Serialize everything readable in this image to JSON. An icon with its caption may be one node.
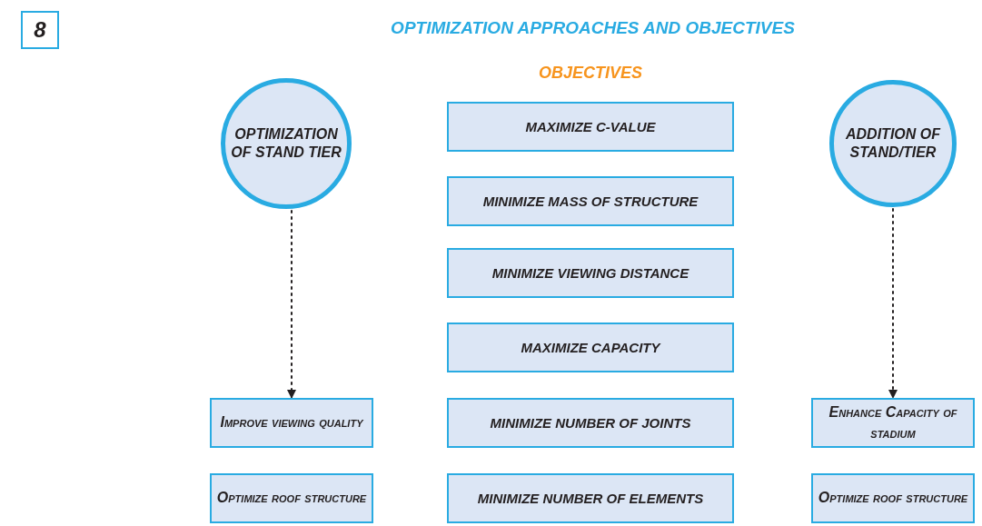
{
  "diagram": {
    "title": "OPTIMIZATION APPROACHES AND OBJECTIVES",
    "nodes": [
      {
        "text": [
          "8"
        ]
      },
      {
        "text": [
          "OPTIMIZATION OF STAND TIER"
        ]
      },
      {
        "text": [
          "ADDITION OF STAND/TIER"
        ]
      },
      {
        "text": [
          "MAXIMIZE C-VALUE"
        ]
      },
      {
        "text": [
          "MINIMIZE MASS OF STRUCTURE"
        ]
      },
      {
        "text": [
          "MINIMIZE VIEWING DISTANCE"
        ]
      },
      {
        "text": [
          "MAXIMIZE CAPACITY"
        ]
      },
      {
        "text": [
          "MINIMIZE NUMBER OF JOINTS"
        ]
      },
      {
        "text": [
          "MINIMIZE NUMBER OF ELEMENTS"
        ]
      },
      {
        "text": [
          "Improve viewing quality"
        ]
      },
      {
        "text": [
          "Optimize roof structure"
        ]
      },
      {
        "text": [
          "Enhance Capacity of stadium"
        ]
      },
      {
        "text": [
          "Optimize roof structure"
        ]
      }
    ],
    "edges": [
      {
        "from": 1,
        "to": 9,
        "arrow": "to",
        "style": "dashed"
      },
      {
        "from": 2,
        "to": 11,
        "arrow": "to",
        "style": "dashed"
      }
    ],
    "labels": [
      "OBJECTIVES"
    ]
  }
}
